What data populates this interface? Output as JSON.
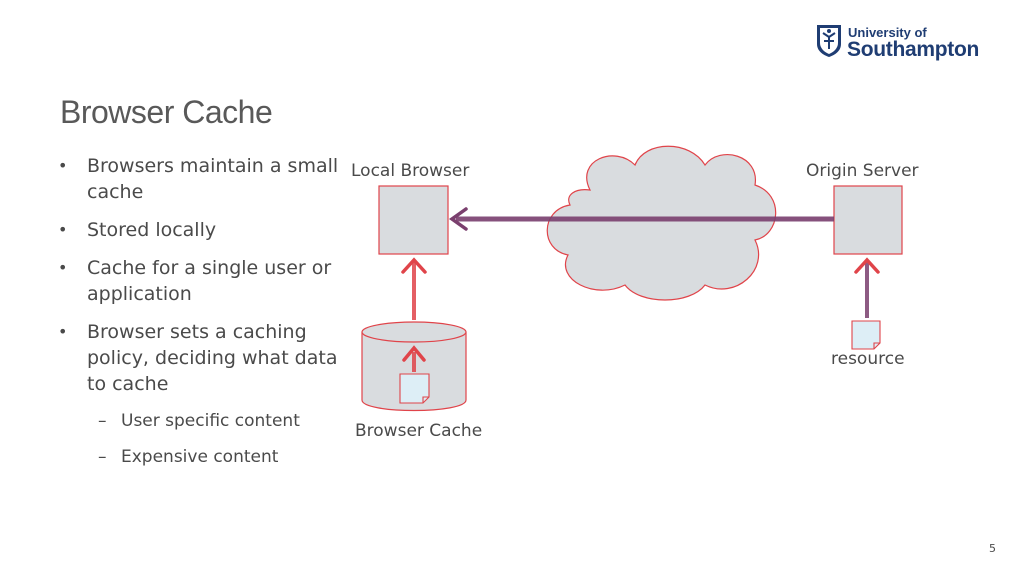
{
  "logo": {
    "line1": "University of",
    "line2": "Southampton"
  },
  "slide": {
    "title": "Browser Cache",
    "bullets": [
      "Browsers maintain a small cache",
      "Stored locally",
      "Cache for a single user or application",
      "Browser sets a caching policy, deciding what data to cache"
    ],
    "sub_bullets": [
      "User specific content",
      "Expensive content"
    ],
    "page_number": "5"
  },
  "diagram": {
    "local_browser_label": "Local Browser",
    "origin_server_label": "Origin Server",
    "browser_cache_label": "Browser Cache",
    "resource_label": "resource",
    "colors": {
      "box_fill": "#d9dcdf",
      "box_stroke": "#e0444a",
      "request_arrow": "#7a3f6e",
      "cache_arrow": "#e0444a",
      "cloud_fill": "#d9dcdf"
    }
  }
}
